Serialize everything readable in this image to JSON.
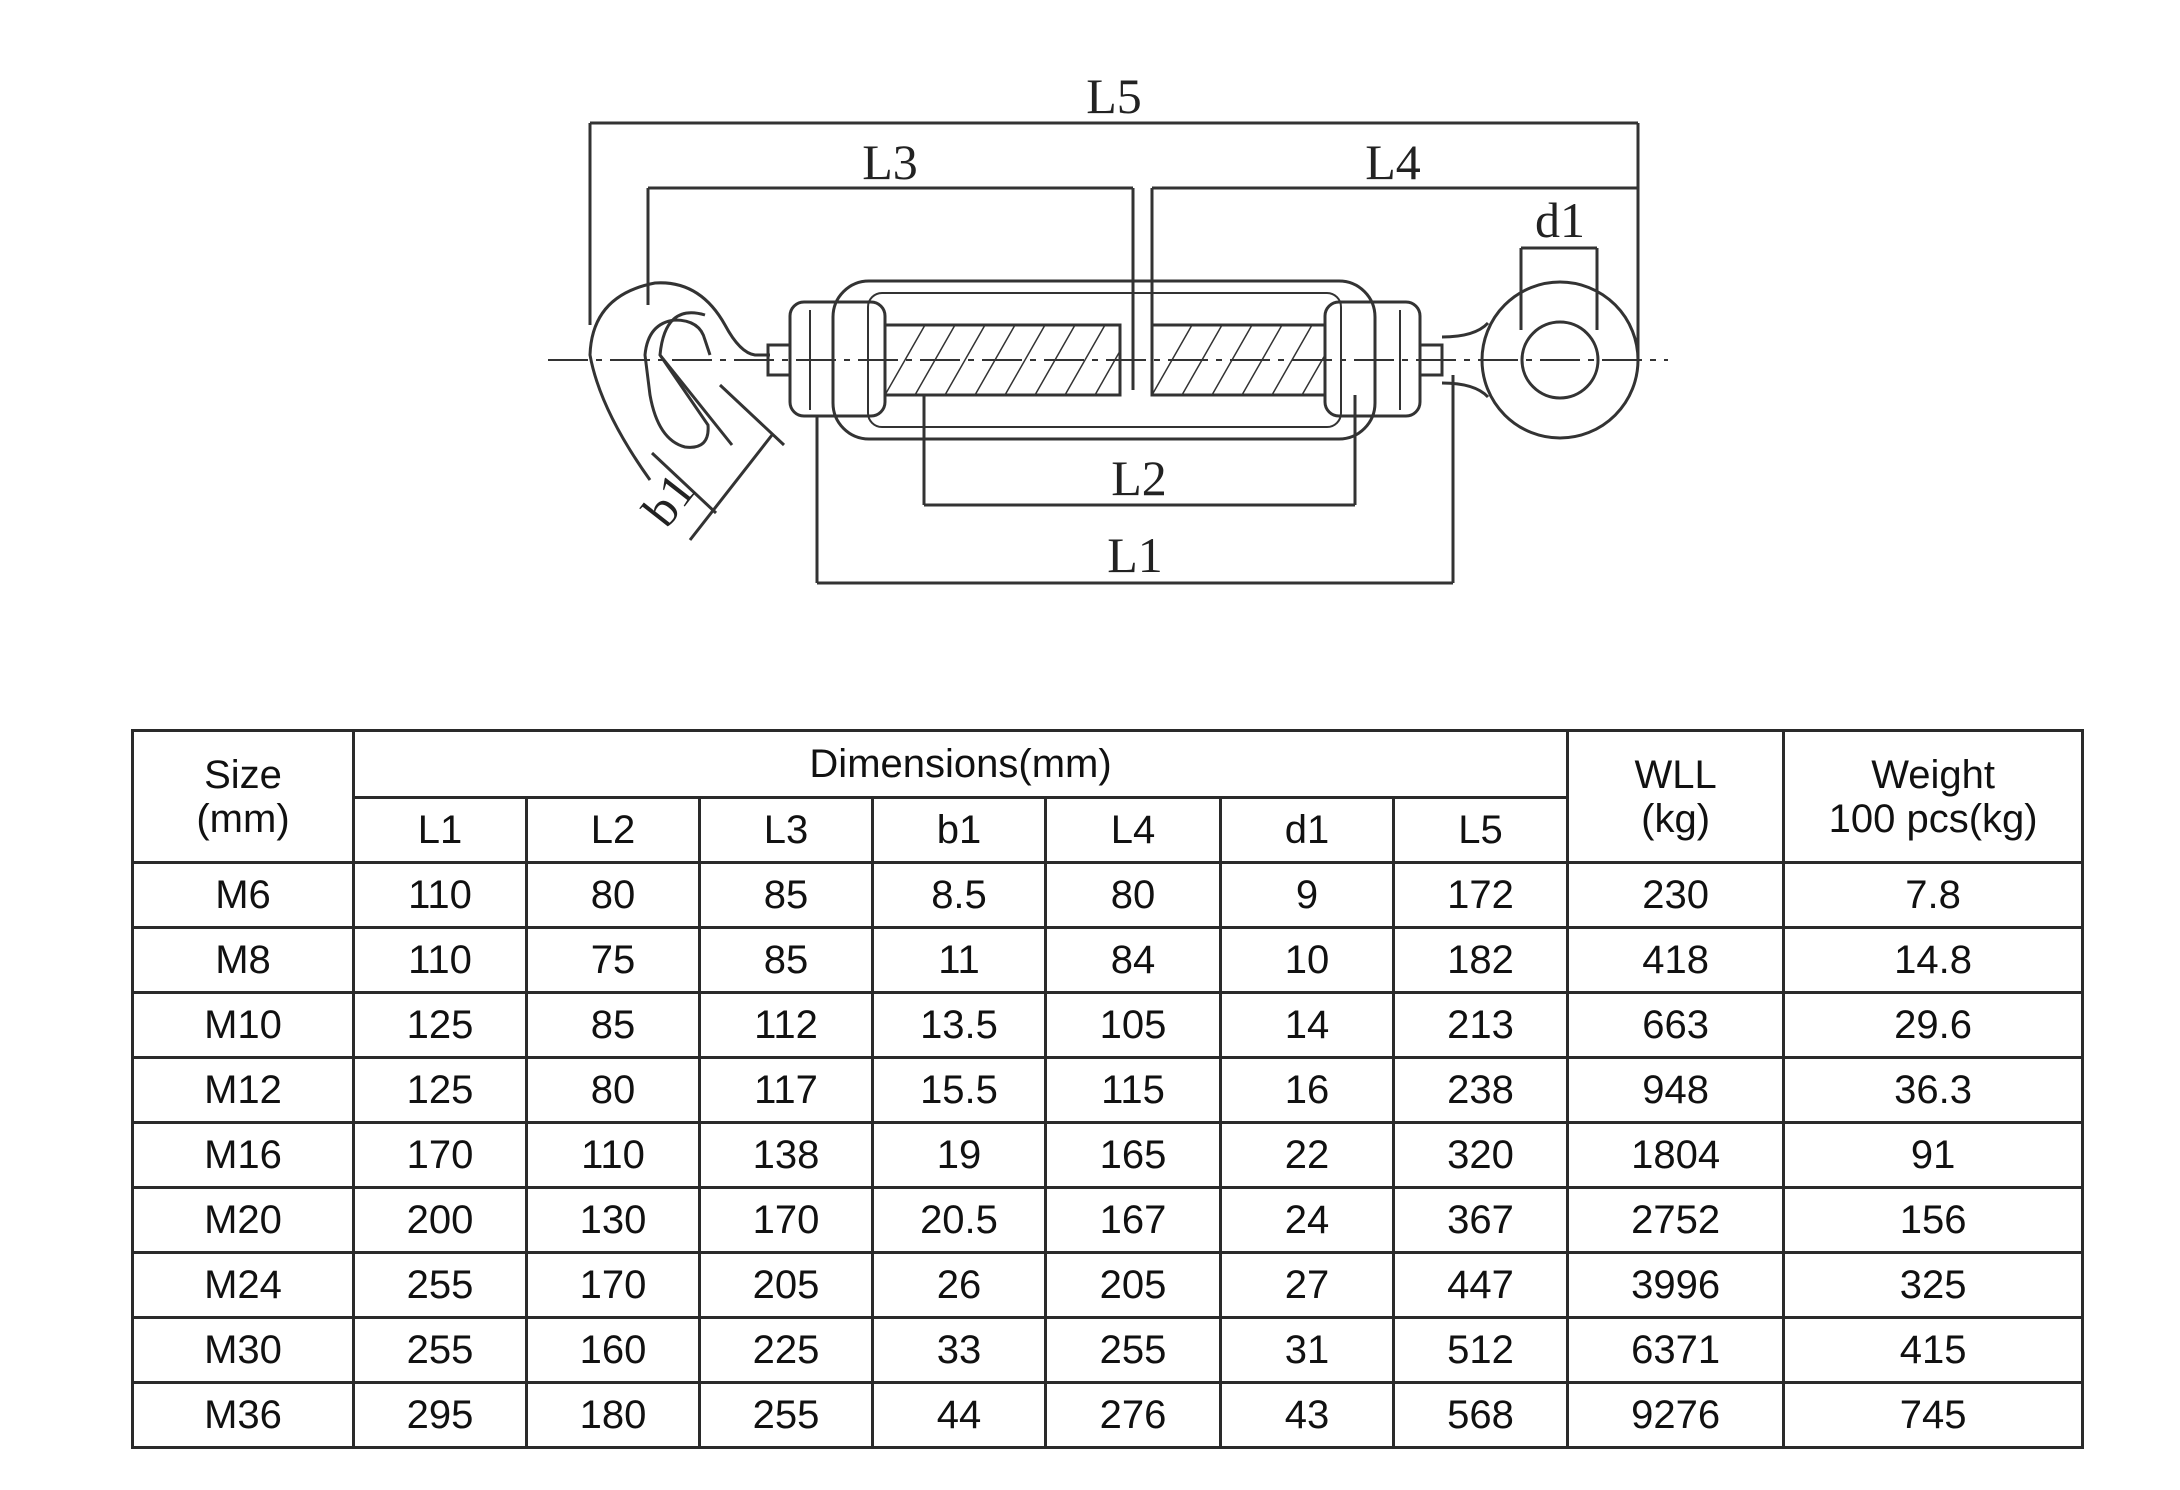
{
  "diagram": {
    "labels": {
      "l5": "L5",
      "l3": "L3",
      "l4": "L4",
      "d1": "d1",
      "b1": "b1",
      "l2": "L2",
      "l1": "L1"
    }
  },
  "table": {
    "header": {
      "size_line1": "Size",
      "size_line2": "(mm)",
      "dimensions": "Dimensions(mm)",
      "wll_line1": "WLL",
      "wll_line2": "(kg)",
      "weight_line1": "Weight",
      "weight_line2": "100 pcs(kg)",
      "sub_columns": [
        "L1",
        "L2",
        "L3",
        "b1",
        "L4",
        "d1",
        "L5"
      ]
    },
    "rows": [
      [
        "M6",
        "110",
        "80",
        "85",
        "8.5",
        "80",
        "9",
        "172",
        "230",
        "7.8"
      ],
      [
        "M8",
        "110",
        "75",
        "85",
        "11",
        "84",
        "10",
        "182",
        "418",
        "14.8"
      ],
      [
        "M10",
        "125",
        "85",
        "112",
        "13.5",
        "105",
        "14",
        "213",
        "663",
        "29.6"
      ],
      [
        "M12",
        "125",
        "80",
        "117",
        "15.5",
        "115",
        "16",
        "238",
        "948",
        "36.3"
      ],
      [
        "M16",
        "170",
        "110",
        "138",
        "19",
        "165",
        "22",
        "320",
        "1804",
        "91"
      ],
      [
        "M20",
        "200",
        "130",
        "170",
        "20.5",
        "167",
        "24",
        "367",
        "2752",
        "156"
      ],
      [
        "M24",
        "255",
        "170",
        "205",
        "26",
        "205",
        "27",
        "447",
        "3996",
        "325"
      ],
      [
        "M30",
        "255",
        "160",
        "225",
        "33",
        "255",
        "31",
        "512",
        "6371",
        "415"
      ],
      [
        "M36",
        "295",
        "180",
        "255",
        "44",
        "276",
        "43",
        "568",
        "9276",
        "745"
      ]
    ]
  }
}
